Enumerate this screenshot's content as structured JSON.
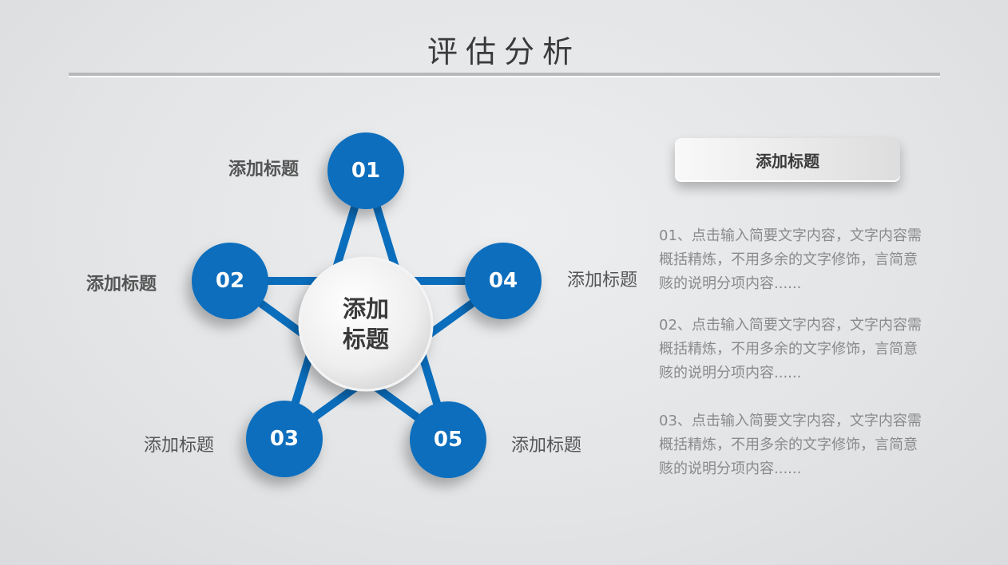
{
  "header": {
    "title": "评估分析"
  },
  "diagram": {
    "accent_color": "#0a6ebd",
    "center": {
      "label_line1": "添加",
      "label_line2": "标题"
    },
    "nodes": [
      {
        "number": "01",
        "label": "添加标题"
      },
      {
        "number": "02",
        "label": "添加标题"
      },
      {
        "number": "03",
        "label": "添加标题"
      },
      {
        "number": "04",
        "label": "添加标题"
      },
      {
        "number": "05",
        "label": "添加标题"
      }
    ]
  },
  "side_panel": {
    "heading": "添加标题",
    "items": [
      {
        "text": "01、点击输入简要文字内容，文字内容需概括精炼，不用多余的文字修饰，言简意赅的说明分项内容......"
      },
      {
        "text": "02、点击输入简要文字内容，文字内容需概括精炼，不用多余的文字修饰，言简意赅的说明分项内容......"
      },
      {
        "text": "03、点击输入简要文字内容，文字内容需概括精炼，不用多余的文字修饰，言简意赅的说明分项内容......"
      }
    ]
  }
}
